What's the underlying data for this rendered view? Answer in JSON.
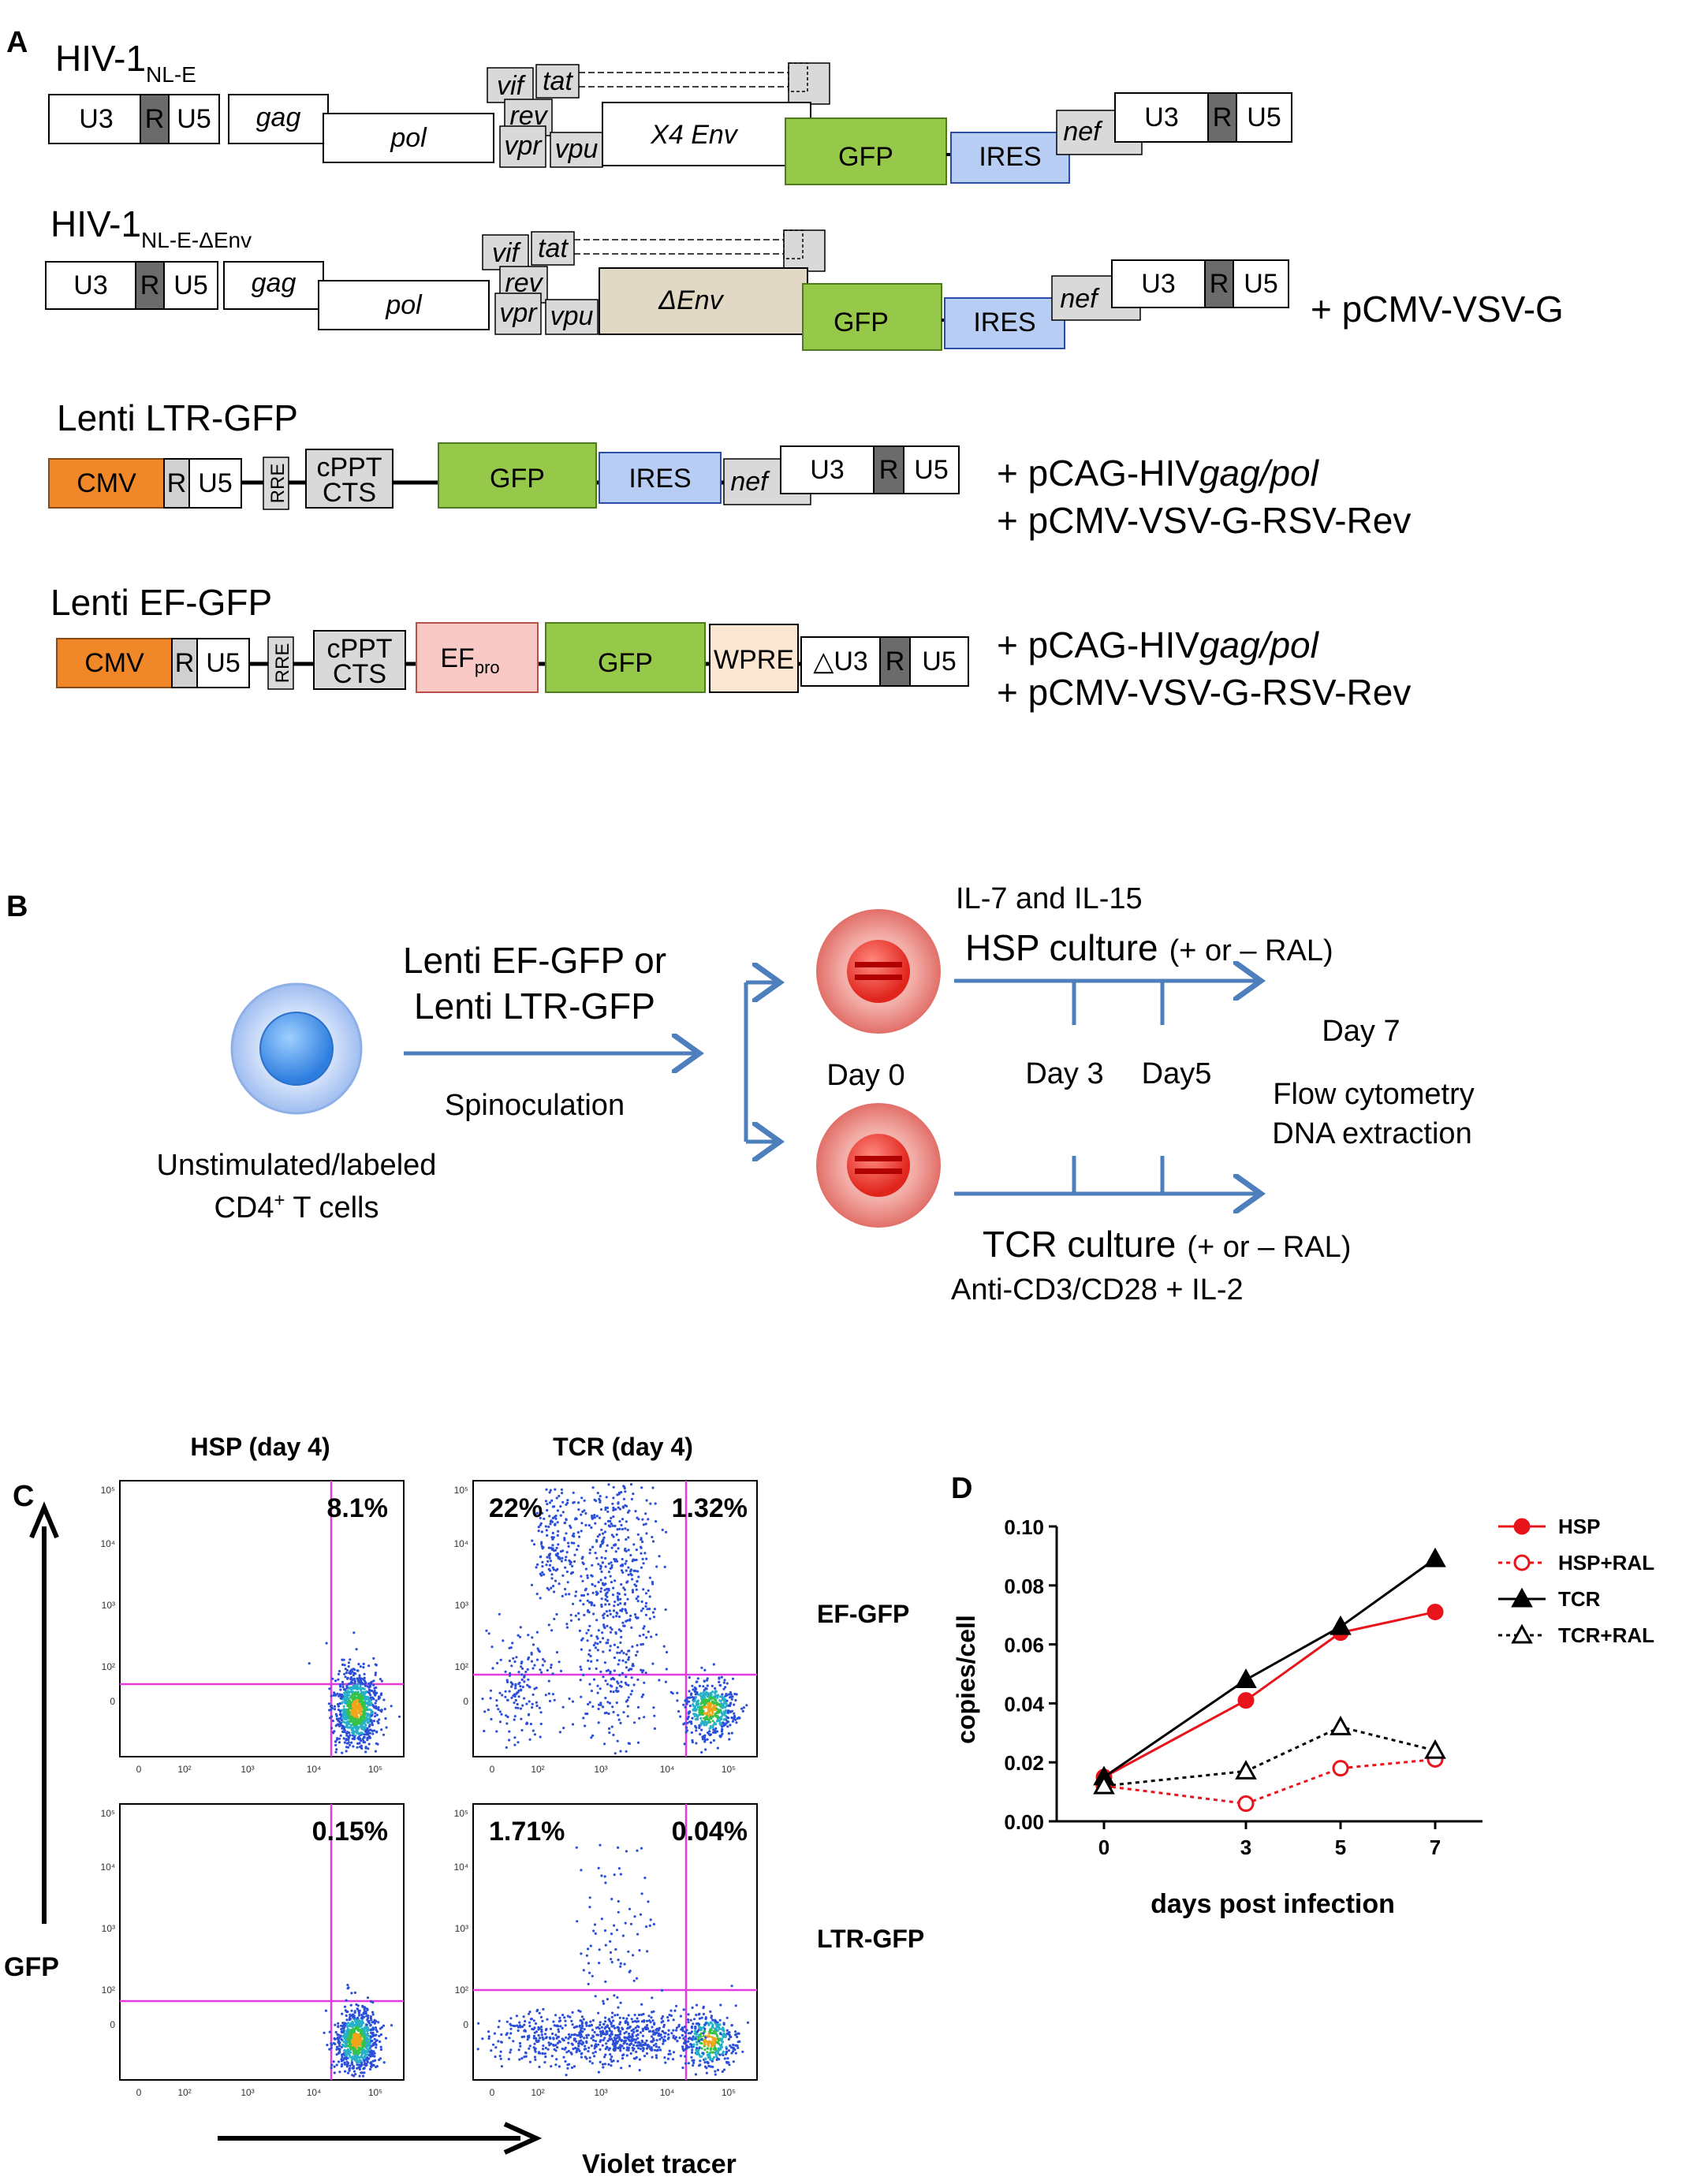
{
  "panel_labels": {
    "a": "A",
    "b": "B",
    "c": "C",
    "d": "D"
  },
  "panelA": {
    "c1_title": "HIV-1",
    "c1_sub": "NL-E",
    "c2_title": "HIV-1",
    "c2_sub": "NL-E-ΔEnv",
    "c3_title": "Lenti LTR-GFP",
    "c4_title": "Lenti EF-GFP",
    "seg": {
      "U3": "U3",
      "R": "R",
      "U5": "U5",
      "gag": "gag",
      "pol": "pol",
      "vif": "vif",
      "tat": "tat",
      "rev": "rev",
      "vpr": "vpr",
      "vpu": "vpu",
      "x4env": "X4 Env",
      "denv": "ΔEnv",
      "GFP": "GFP",
      "IRES": "IRES",
      "nef": "nef",
      "CMV": "CMV",
      "RRE": "RRE",
      "cppt1": "cPPT",
      "cppt2": "CTS",
      "EF": "EF",
      "EFsub": "pro",
      "WPRE": "WPRE",
      "dU3": "△U3"
    },
    "add_vsvg": "+ pCMV-VSV-G",
    "add_gagpol_a": "+ pCAG-HIV",
    "add_gagpol_b": "gag/pol",
    "add_rev": "+ pCMV-VSV-G-RSV-Rev"
  },
  "panelB": {
    "infect1": "Lenti EF-GFP or",
    "infect2": "Lenti LTR-GFP",
    "spin": "Spinoculation",
    "cells1": "Unstimulated/labeled",
    "cells2a": "CD4",
    "cells2sup": "+",
    "cells2b": " T cells",
    "il": "IL-7 and IL-15",
    "hsp": "HSP culture",
    "ral": "(+ or – RAL)",
    "tcr": "TCR culture",
    "anti": "Anti-CD3/CD28 + IL-2",
    "day0": "Day 0",
    "day3": "Day 3",
    "day5": "Day5",
    "day7": "Day 7",
    "flow": "Flow cytometry",
    "dna": "DNA extraction"
  },
  "panelC": {
    "col1": "HSP (day 4)",
    "col2": "TCR (day 4)",
    "row1": "EF-GFP",
    "row2": "LTR-GFP",
    "ylab": "GFP",
    "xlab": "Violet tracer",
    "p1_ur": "8.1%",
    "p2_ul": "22%",
    "p2_ur": "1.32%",
    "p3_ur": "0.15%",
    "p4_ul": "1.71%",
    "p4_ur": "0.04%",
    "yticks": [
      "10⁵",
      "10⁴",
      "10³",
      "10²",
      "0"
    ],
    "xticks": [
      "0",
      "10²",
      "10³",
      "10⁴",
      "10⁵"
    ]
  },
  "chart_data": {
    "type": "line",
    "x": [
      0,
      3,
      5,
      7
    ],
    "xlabel": "days post infection",
    "ylabel": "copies/cell",
    "xticks": [
      "0",
      "3",
      "5",
      "7"
    ],
    "yticks": [
      "0.00",
      "0.02",
      "0.04",
      "0.06",
      "0.08",
      "0.10"
    ],
    "ylim": [
      0,
      0.1
    ],
    "legend": "top-right",
    "series": [
      {
        "name": "HSP",
        "values": [
          0.015,
          0.041,
          0.064,
          0.071
        ],
        "color": "#e8131b"
      },
      {
        "name": "HSP+RAL",
        "values": [
          0.012,
          0.006,
          0.018,
          0.021
        ],
        "color": "#e8131b"
      },
      {
        "name": "TCR",
        "values": [
          0.015,
          0.048,
          0.066,
          0.089
        ],
        "color": "#000000"
      },
      {
        "name": "TCR+RAL",
        "values": [
          0.012,
          0.017,
          0.032,
          0.024
        ],
        "color": "#000000"
      }
    ]
  }
}
